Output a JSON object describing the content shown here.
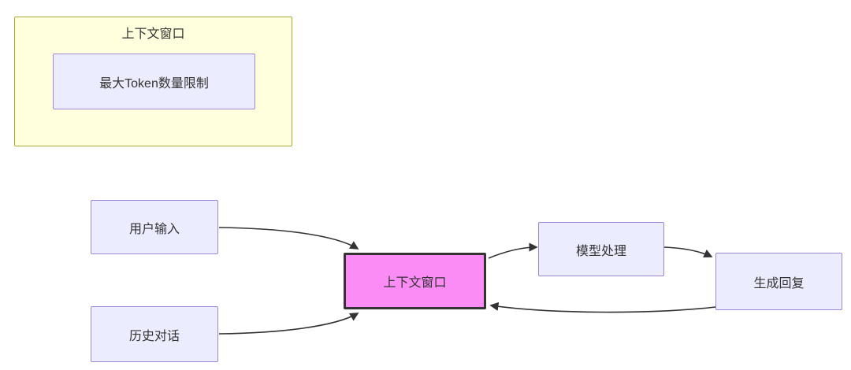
{
  "diagram": {
    "type": "flowchart",
    "cluster": {
      "title": "上下文窗口",
      "inner_node": {
        "label": "最大Token数量限制"
      }
    },
    "nodes": [
      {
        "id": "user-input",
        "label": "用户输入"
      },
      {
        "id": "history-dialogue",
        "label": "历史对话"
      },
      {
        "id": "context-window",
        "label": "上下文窗口",
        "highlighted": true
      },
      {
        "id": "model-processing",
        "label": "模型处理"
      },
      {
        "id": "generate-reply",
        "label": "生成回复"
      }
    ],
    "edges": [
      {
        "from": "user-input",
        "to": "context-window"
      },
      {
        "from": "history-dialogue",
        "to": "context-window"
      },
      {
        "from": "context-window",
        "to": "model-processing"
      },
      {
        "from": "model-processing",
        "to": "generate-reply"
      },
      {
        "from": "generate-reply",
        "to": "context-window"
      }
    ],
    "colors": {
      "canvas_bg": "#ffffff",
      "node_fill": "#ECECFF",
      "node_border": "#9F86D8",
      "cluster_fill": "#FFFFDE",
      "cluster_border": "#AAAA33",
      "highlight_fill": "#FB8CF6",
      "highlight_border": "#333333",
      "edge_color": "#333333",
      "text_color": "#333333"
    }
  }
}
